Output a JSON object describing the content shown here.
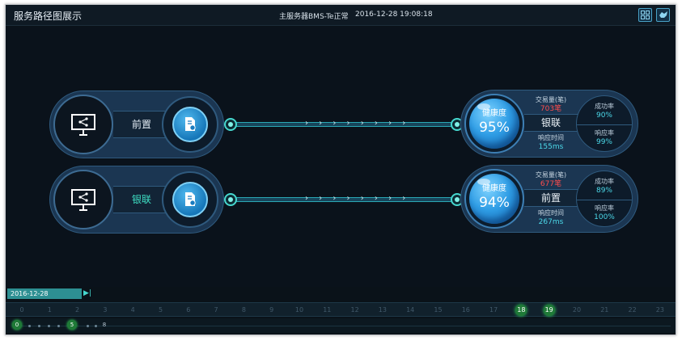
{
  "titlebar": {
    "title": "服务路径图展示",
    "status": "主服务器BMS-Te正常",
    "datetime": "2016-12-28 19:08:18",
    "buttons": [
      {
        "icon": "grid-icon"
      },
      {
        "icon": "map-icon"
      }
    ]
  },
  "paths": [
    {
      "source": {
        "label": "前置",
        "label_color": "#e4eef6"
      },
      "target": {
        "health_label": "健康度",
        "health_value": "95%",
        "volume_label": "交易量(笔)",
        "volume_value": "703笔",
        "name": "银联",
        "response_label": "响应时间",
        "response_value": "155ms",
        "success_label": "成功率",
        "success_value": "90%",
        "resp_rate_label": "响应率",
        "resp_rate_value": "99%"
      }
    },
    {
      "source": {
        "label": "银联",
        "label_color": "#3fe0c5"
      },
      "target": {
        "health_label": "健康度",
        "health_value": "94%",
        "volume_label": "交易量(笔)",
        "volume_value": "677笔",
        "name": "前置",
        "response_label": "响应时间",
        "response_value": "267ms",
        "success_label": "成功率",
        "success_value": "89%",
        "resp_rate_label": "响应率",
        "resp_rate_value": "100%"
      }
    }
  ],
  "timeline": {
    "date": "2016-12-28",
    "days": [
      "0",
      "1",
      "2",
      "3",
      "4",
      "5",
      "6",
      "7",
      "8",
      "9",
      "10",
      "11",
      "12",
      "13",
      "14",
      "15",
      "16",
      "17",
      "18",
      "19",
      "20",
      "21",
      "22",
      "23"
    ],
    "active_days": [
      "18",
      "19"
    ],
    "hour_markers": [
      "0",
      "5",
      "8"
    ]
  },
  "colors": {
    "background": "#0a121b",
    "node_fill": "#1b3652",
    "accent_cyan": "#46d8cf",
    "volume_red": "#ff4d4d",
    "active_green": "#1f7a37"
  }
}
